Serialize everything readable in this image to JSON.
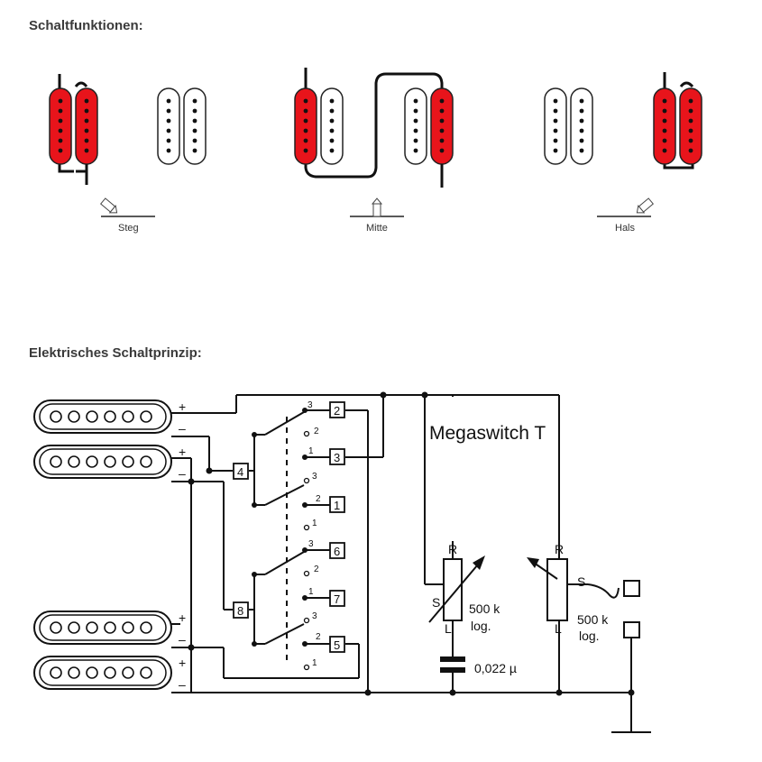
{
  "headings": {
    "switch_functions": "Schaltfunktionen:",
    "electrical_principle": "Elektrisches Schaltprinzip:"
  },
  "positions": [
    "Steg",
    "Mitte",
    "Hals"
  ],
  "schematic": {
    "title": "Megaswitch T",
    "pot_left": {
      "r": "R",
      "s": "S",
      "l": "L",
      "value": "500 k",
      "taper": "log."
    },
    "pot_right": {
      "r": "R",
      "s": "S",
      "l": "L",
      "value": "500 k",
      "taper": "log."
    },
    "capacitor": "0,022 µ",
    "terminals": [
      "2",
      "3",
      "4",
      "1",
      "6",
      "7",
      "8",
      "5"
    ],
    "polarity": [
      "+",
      "–",
      "+",
      "–",
      "+",
      "–",
      "+",
      "–"
    ],
    "switch_positions": [
      "3",
      "2",
      "1",
      "3",
      "2",
      "1",
      "3",
      "2",
      "1",
      "3",
      "2",
      "1"
    ]
  },
  "colors": {
    "active_coil": "#e8141b",
    "inactive_coil": "#ffffff",
    "heading": "#3a3a3a"
  }
}
